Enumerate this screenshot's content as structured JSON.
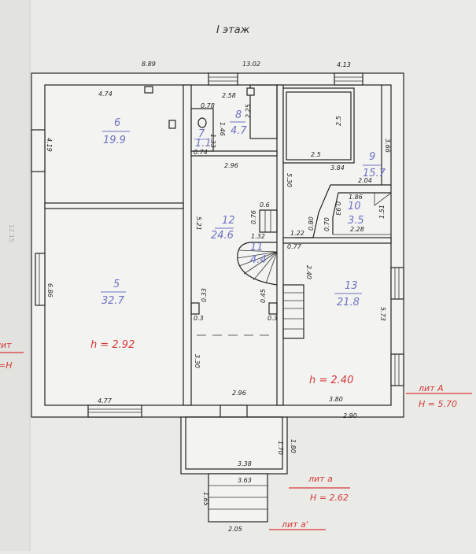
{
  "plan": {
    "title": "I этаж",
    "overall_dims": {
      "left": "8.89",
      "center": "13.02",
      "right": "4.13"
    },
    "margin_note": "12.15",
    "rooms": [
      {
        "number": "5",
        "area": "32.7"
      },
      {
        "number": "6",
        "area": "19.9"
      },
      {
        "number": "7",
        "area": "1.1"
      },
      {
        "number": "8",
        "area": "4.7"
      },
      {
        "number": "9",
        "area": "15.7"
      },
      {
        "number": "10",
        "area": "3.5"
      },
      {
        "number": "11",
        "area": "4.4"
      },
      {
        "number": "12",
        "area": "24.6"
      },
      {
        "number": "13",
        "area": "21.8"
      }
    ],
    "dims": {
      "d474": "4.74",
      "d419": "4.19",
      "d686": "6.86",
      "d477": "4.77",
      "d038": "0.78",
      "d258": "2.58",
      "d225": "2.25",
      "d146": "1.46",
      "d133": "1.33",
      "d074": "0.74",
      "d296a": "2.96",
      "d296b": "2.96",
      "d521": "5.21",
      "d330": "3.30",
      "d25a": "2.5",
      "d25b": "2.5",
      "d384": "3.84",
      "d366": "3.66",
      "d530": "5.30",
      "d204": "2.04",
      "d186": "1.86",
      "d228": "2.28",
      "d151": "1.51",
      "d080": "0.80",
      "d070": "0.70",
      "d093": "0.93",
      "d06": "0.6",
      "d076": "0.76",
      "d132": "1.32",
      "d122": "1.22",
      "d077": "0.77",
      "d240": "2.40",
      "d033": "0.33",
      "d03a": "0.3",
      "d045": "0.45",
      "d03b": "0.3",
      "d573": "5.73",
      "d380": "3.80",
      "d290": "2.90",
      "d170": "1.70",
      "d180": "1.80",
      "d338": "3.38",
      "d363": "3.63",
      "d165": "1.65",
      "d205": "2.05"
    },
    "annotations": {
      "h_left": "h = 2.92",
      "h_right": "h = 2.40",
      "lit_A": "лит А",
      "H_A": "H = 5.70",
      "lit_a": "лит а",
      "H_a": "H = 2.62",
      "lit_a2": "лит а'",
      "margin_lit": "лит",
      "margin_H": "=Н"
    }
  },
  "colors": {
    "ink": "#222222",
    "room_label": "#6d72c4",
    "red_note": "#d63a3a",
    "paper": "#e9e9e6"
  }
}
